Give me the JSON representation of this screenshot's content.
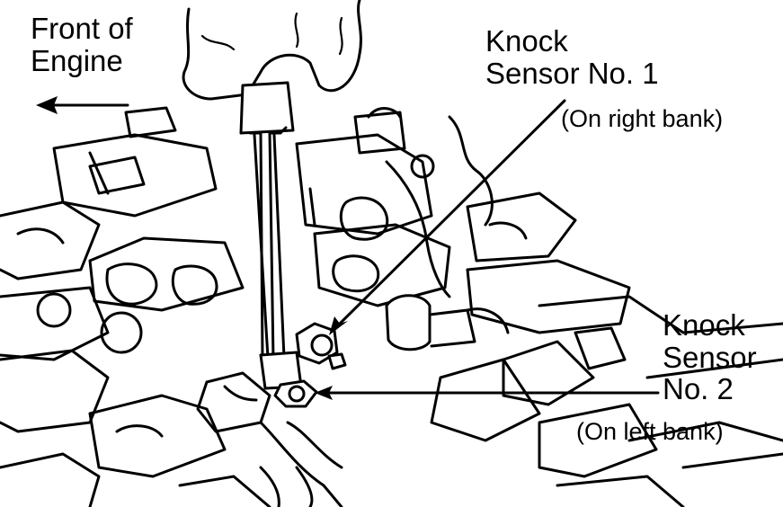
{
  "labels": {
    "front_line1": "Front of",
    "front_line2": "Engine",
    "ks1_line1": "Knock",
    "ks1_line2": "Sensor No. 1",
    "ks1_note": "(On right bank)",
    "ks2_line1": "Knock",
    "ks2_line2": "Sensor",
    "ks2_line3": "No. 2",
    "ks2_note": "(On left bank)"
  },
  "icons": [
    "direction-arrow-icon"
  ],
  "colors": {
    "ink": "#000000",
    "paper": "#ffffff"
  }
}
